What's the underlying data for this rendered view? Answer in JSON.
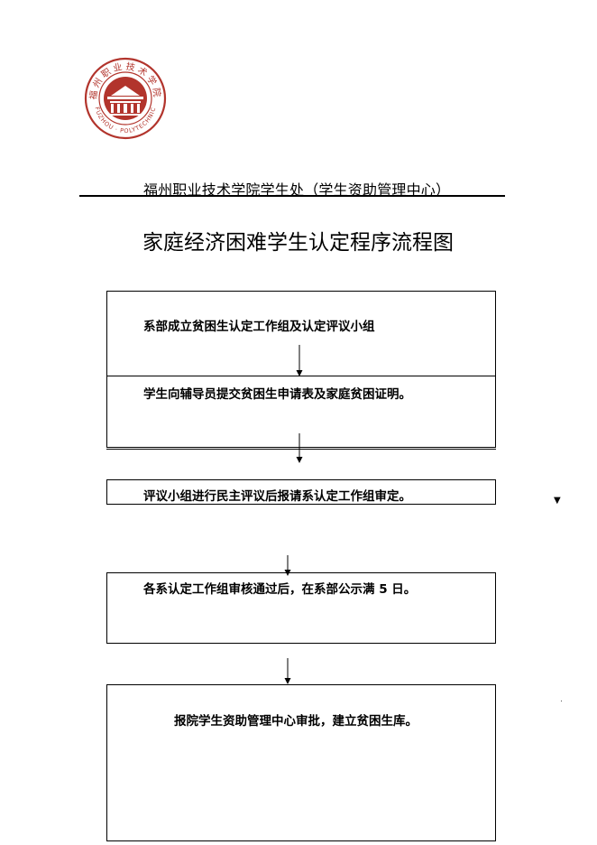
{
  "header": {
    "logo_text": "福州职业技术学院 FUZHOU POLYTECHNIC",
    "organization": "福州职业技术学院学生处（学生资助管理中心）",
    "title": "家庭经济困难学生认定程序流程图"
  },
  "flow": {
    "steps": [
      "系部成立贫困生认定工作组及认定评议小组",
      "学生向辅导员提交贫困生申请表及家庭贫困证明。",
      "评议小组进行民主评议后报请系认定工作组审定。",
      "各系认定工作组审核通过后，在系部公示满 5 日。",
      "报院学生资助管理中心审批，建立贫困生库。"
    ]
  },
  "colors": {
    "logo_red": "#b2342c",
    "ink": "#000000"
  },
  "icons": {
    "arrow": "down-arrow-icon",
    "stray_marker": "triangle-down-icon"
  }
}
